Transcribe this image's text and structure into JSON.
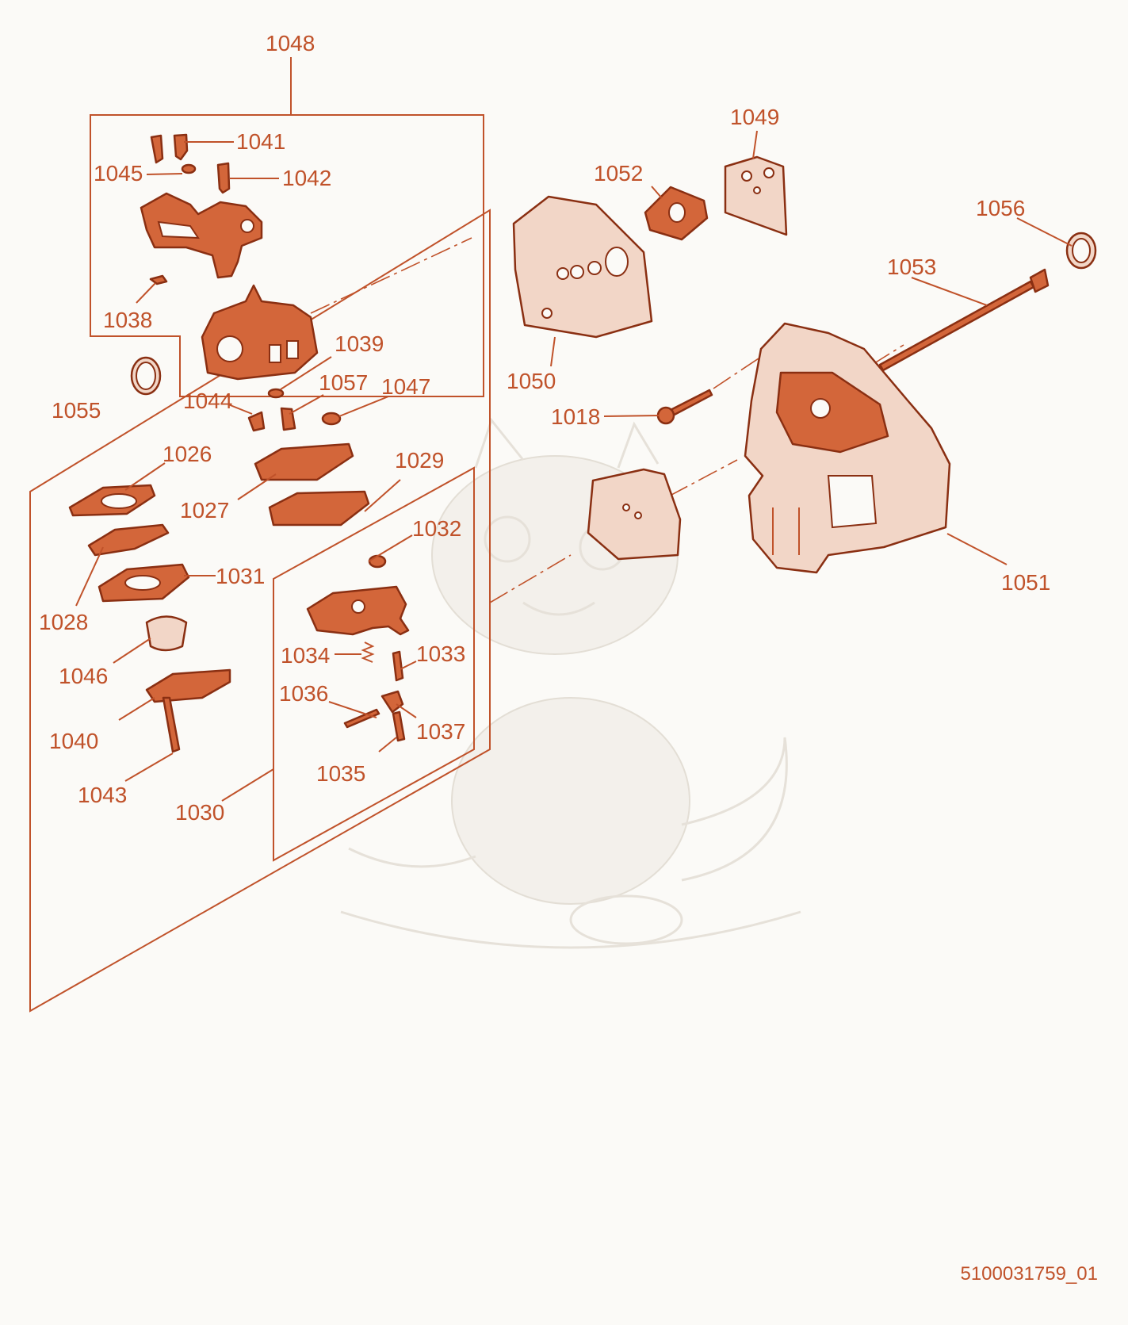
{
  "document_id": "5100031759_01",
  "colors": {
    "accent": "#c0522a",
    "part_fill": "#d3663a",
    "part_outline": "#8a2f12",
    "background": "#fbfaf7"
  },
  "parts": [
    {
      "id": "p1048",
      "label": "1048"
    },
    {
      "id": "p1041",
      "label": "1041"
    },
    {
      "id": "p1045",
      "label": "1045"
    },
    {
      "id": "p1042",
      "label": "1042"
    },
    {
      "id": "p1038",
      "label": "1038"
    },
    {
      "id": "p1039",
      "label": "1039"
    },
    {
      "id": "p1055",
      "label": "1055"
    },
    {
      "id": "p1044",
      "label": "1044"
    },
    {
      "id": "p1057",
      "label": "1057"
    },
    {
      "id": "p1047",
      "label": "1047"
    },
    {
      "id": "p1026",
      "label": "1026"
    },
    {
      "id": "p1029",
      "label": "1029"
    },
    {
      "id": "p1027",
      "label": "1027"
    },
    {
      "id": "p1032",
      "label": "1032"
    },
    {
      "id": "p1031",
      "label": "1031"
    },
    {
      "id": "p1028",
      "label": "1028"
    },
    {
      "id": "p1034",
      "label": "1034"
    },
    {
      "id": "p1033",
      "label": "1033"
    },
    {
      "id": "p1046",
      "label": "1046"
    },
    {
      "id": "p1036",
      "label": "1036"
    },
    {
      "id": "p1037",
      "label": "1037"
    },
    {
      "id": "p1040",
      "label": "1040"
    },
    {
      "id": "p1035",
      "label": "1035"
    },
    {
      "id": "p1043",
      "label": "1043"
    },
    {
      "id": "p1030",
      "label": "1030"
    },
    {
      "id": "p1049",
      "label": "1049"
    },
    {
      "id": "p1052",
      "label": "1052"
    },
    {
      "id": "p1056",
      "label": "1056"
    },
    {
      "id": "p1053",
      "label": "1053"
    },
    {
      "id": "p1050",
      "label": "1050"
    },
    {
      "id": "p1018",
      "label": "1018"
    },
    {
      "id": "p1051",
      "label": "1051"
    }
  ]
}
